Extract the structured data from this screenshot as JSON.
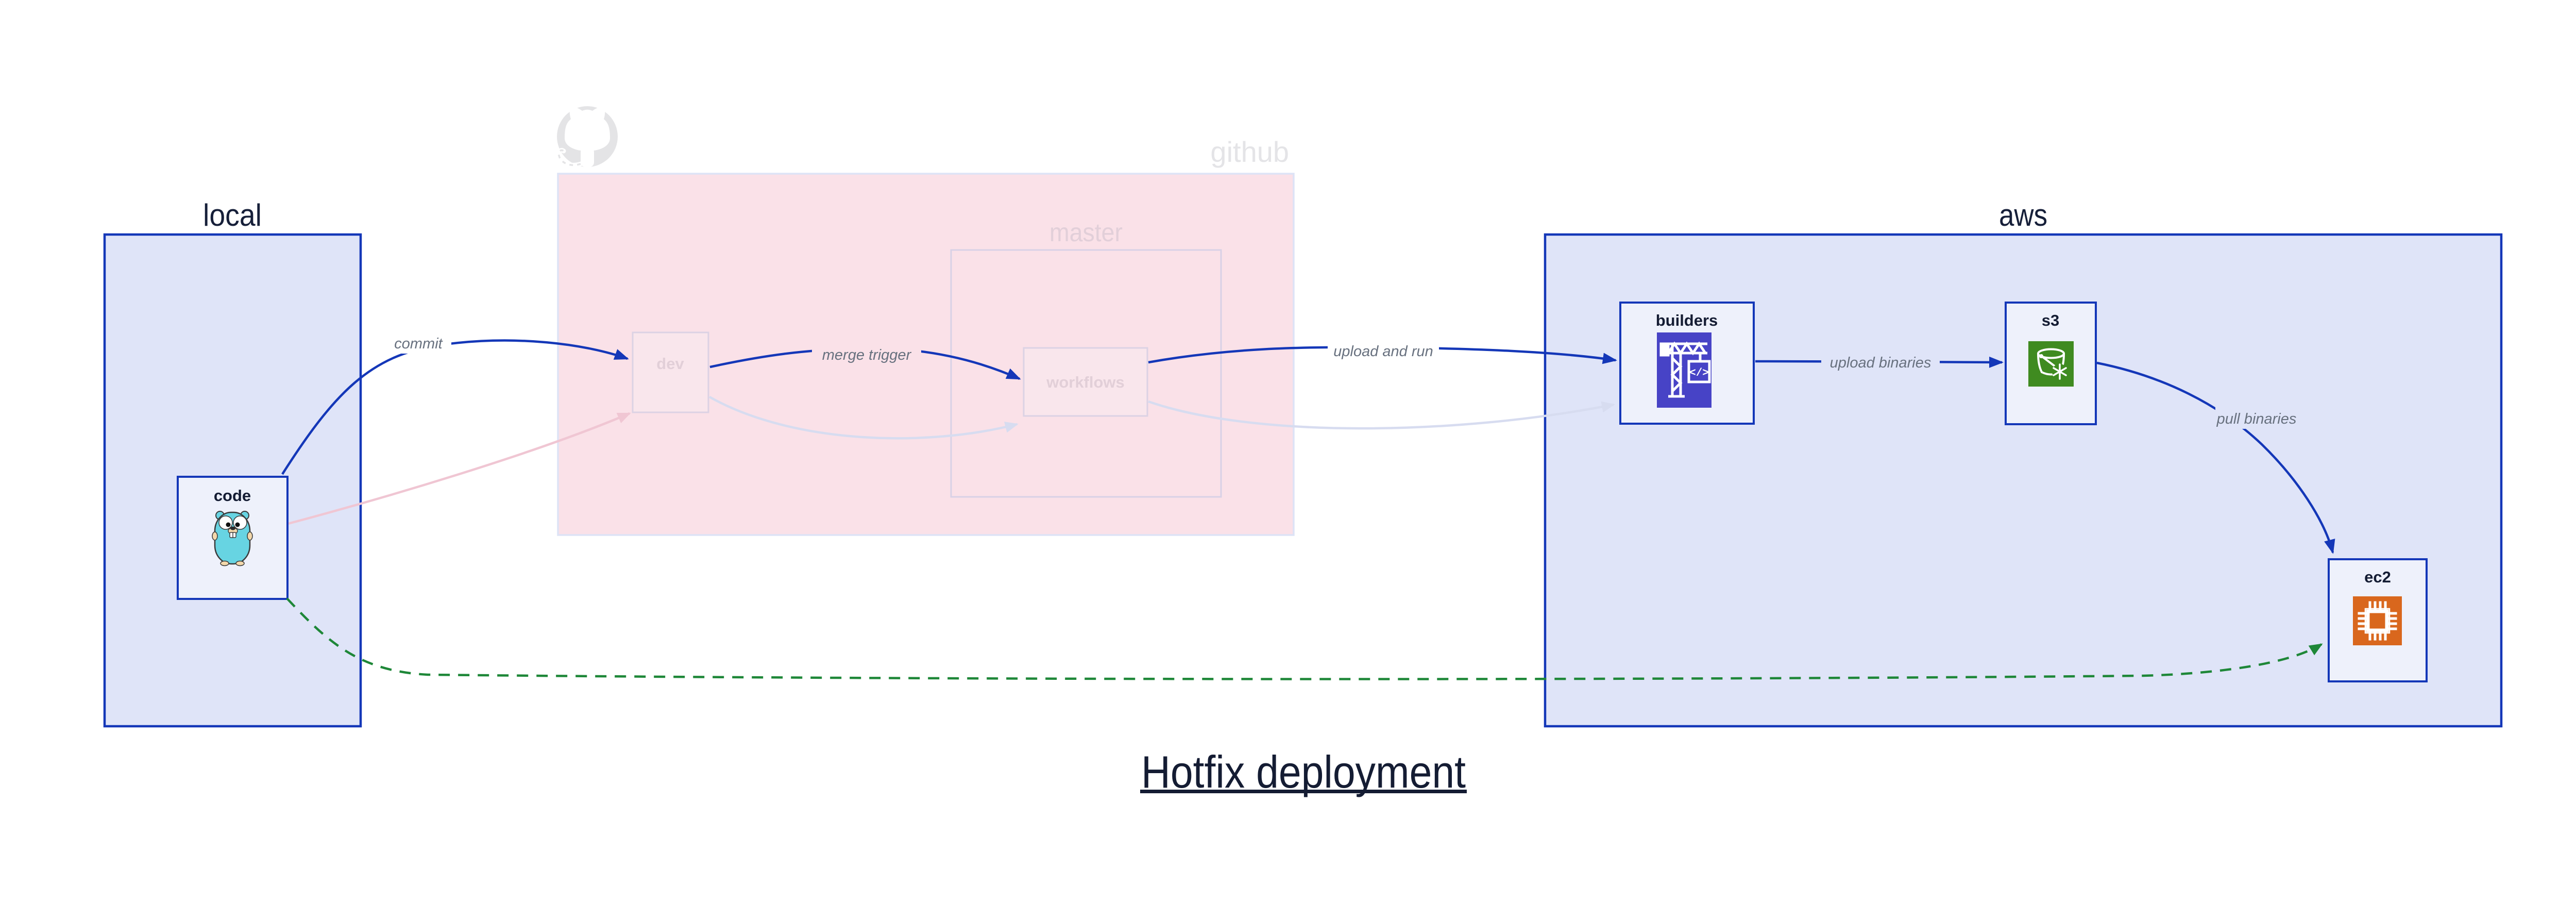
{
  "title": {
    "text": "Hotfix deployment"
  },
  "groups": {
    "local": {
      "label": "local"
    },
    "github": {
      "label": "github"
    },
    "master": {
      "label": "master"
    },
    "aws": {
      "label": "aws"
    }
  },
  "nodes": {
    "code": {
      "label": "code",
      "icon": "go-gopher-icon"
    },
    "dev": {
      "label": "dev",
      "state": "faded"
    },
    "workflows": {
      "label": "workflows",
      "state": "faded"
    },
    "builders": {
      "label": "builders",
      "icon": "codebuild-crane-icon"
    },
    "s3": {
      "label": "s3",
      "icon": "s3-glacier-bucket-icon"
    },
    "ec2": {
      "label": "ec2",
      "icon": "ec2-chip-icon"
    }
  },
  "edges": {
    "commit": {
      "label": "commit",
      "from": "code",
      "to": "dev",
      "style": "solid-blue"
    },
    "merge_trigger": {
      "label": "merge trigger",
      "from": "dev",
      "to": "workflows",
      "style": "solid-blue"
    },
    "upload_and_run": {
      "label": "upload and run",
      "from": "workflows",
      "to": "builders",
      "style": "solid-blue"
    },
    "upload_binaries": {
      "label": "upload binaries",
      "from": "builders",
      "to": "s3",
      "style": "solid-blue"
    },
    "pull_binaries": {
      "label": "pull binaries",
      "from": "s3",
      "to": "ec2",
      "style": "solid-blue"
    },
    "hotfix_path": {
      "label": "",
      "from": "code",
      "to": "ec2",
      "style": "dashed-green"
    },
    "faded_code_dev": {
      "label": "",
      "from": "code",
      "to": "dev",
      "style": "faded-pink"
    },
    "faded_dev_workflows": {
      "label": "",
      "from": "dev",
      "to": "workflows",
      "style": "faded-lavender"
    },
    "faded_workflows_builders": {
      "label": "",
      "from": "workflows",
      "to": "builders",
      "style": "faded-lavender"
    }
  },
  "icons": {
    "octocat": "github-octocat-icon",
    "gopher": "go-gopher-icon",
    "crane": "codebuild-crane-icon",
    "bucket": "s3-glacier-bucket-icon",
    "chip": "ec2-chip-icon",
    "crane_code_glyph": "</>"
  },
  "colors": {
    "accent_blue": "#1437b8",
    "container_fill": "#dfe4f8",
    "node_fill": "#eef1fb",
    "github_pink": "#fae1e8",
    "ghost_node_fill": "#f9e6ec",
    "ghost_node_border": "#dcd2e4",
    "master_border": "#d8d1e6",
    "github_border": "#dde3f6",
    "green": "#1e8738",
    "faded_pink_edge": "#f0c6d3",
    "faded_lavender_edge": "#d7dcf0",
    "codebuild_indigo": "#4743c6",
    "s3_green": "#3f8b20",
    "ec2_orange": "#d9671d",
    "edge_label_gray": "#68717f",
    "navy_text": "#141c33",
    "ghost_gray_text": "#e4e4e7",
    "ghost_pink_text": "#e2cfd8",
    "gopher_teal": "#67d4e2"
  }
}
